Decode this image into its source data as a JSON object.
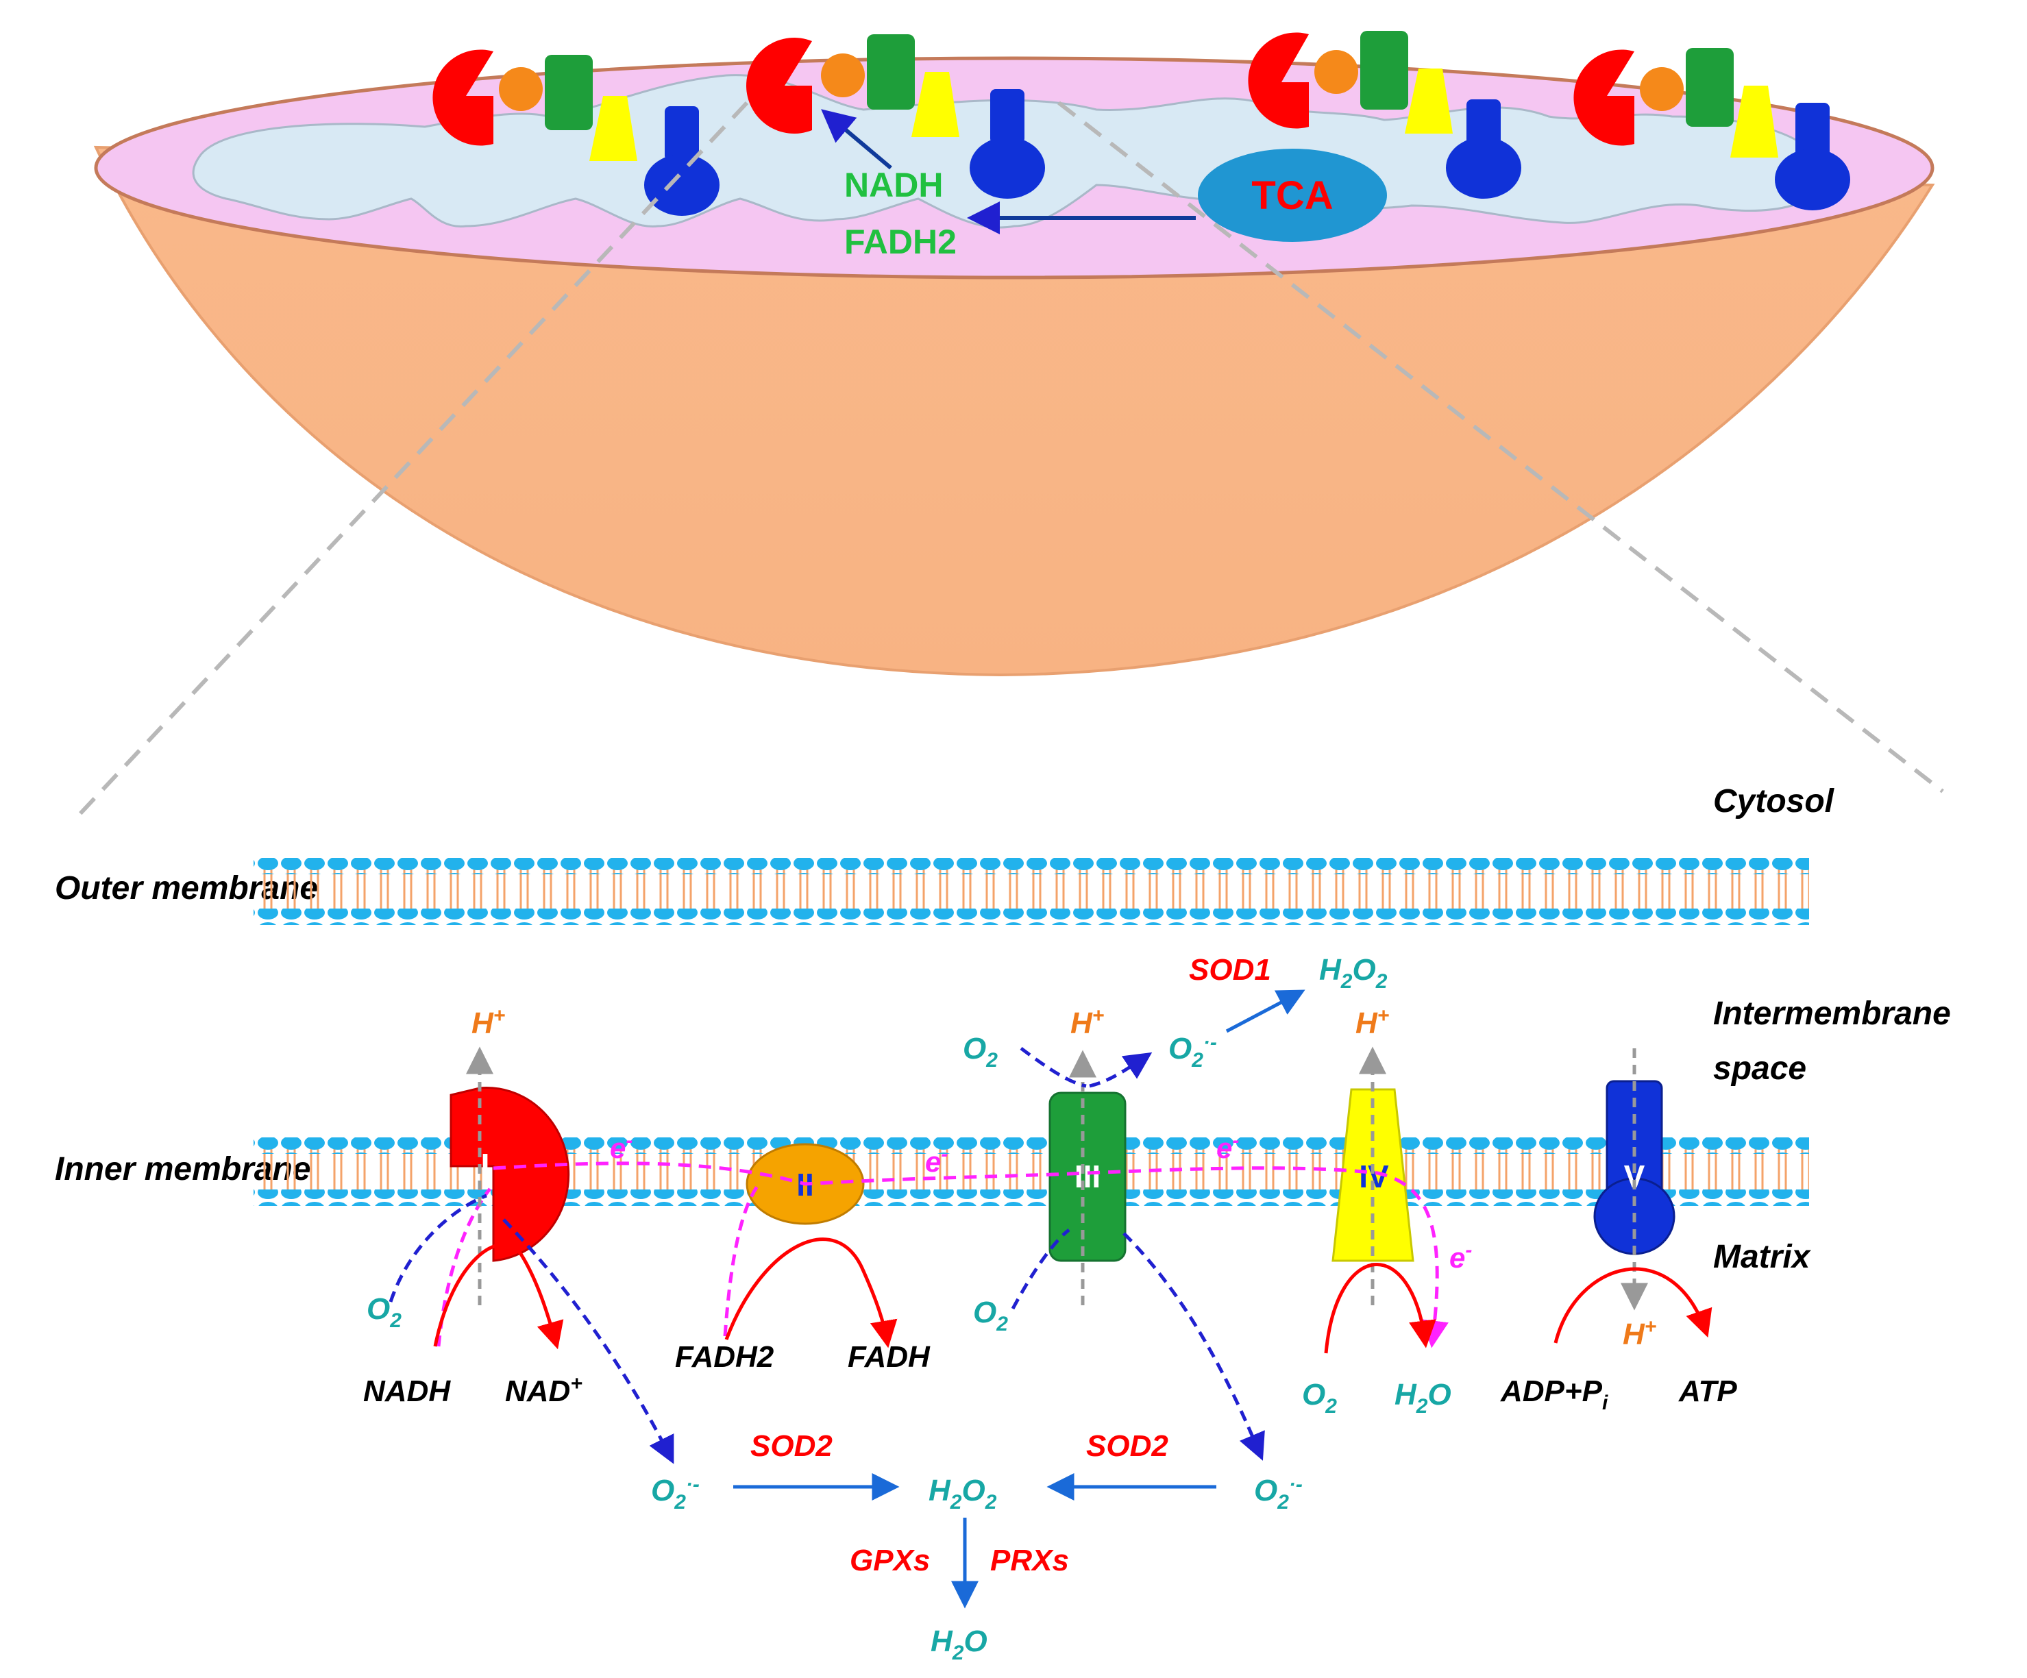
{
  "colors": {
    "mito_body": "#f9b88a",
    "mito_rim": "#f5c6f2",
    "cristae": "#d8e9f4",
    "complex_I": "#ff0000",
    "complex_II": "#f5a300",
    "complex_III": "#1e9e3a",
    "complex_IV": "#ffff00",
    "complex_V": "#1032d8",
    "tca": "#2096d2",
    "membrane_head": "#22b2ec",
    "membrane_tail": "#f4a36a",
    "electron": "#ff22ff",
    "ros_arrow": "#2020d0",
    "reaction_arrow": "#ff0000",
    "enzyme_text": "#ff0000",
    "species_text": "#17a7a5",
    "proton_text": "#ef7a1a",
    "nadh_text": "#20c040",
    "zoom_line": "#b8b8b8"
  },
  "mitochondrion": {
    "tca": "TCA",
    "nadh": "NADH",
    "fadh2": "FADH2"
  },
  "regions": {
    "cytosol": "Cytosol",
    "outer_membrane": "Outer membrane",
    "intermembrane_line1": "Intermembrane",
    "intermembrane_line2": "space",
    "inner_membrane": "Inner membrane",
    "matrix": "Matrix"
  },
  "complexes": {
    "I": "I",
    "II": "II",
    "III": "III",
    "IV": "IV",
    "V": "V"
  },
  "electron": {
    "base": "e",
    "sup": "-"
  },
  "proton": {
    "base": "H",
    "sup": "+"
  },
  "oxygen": {
    "base": "O",
    "sub": "2"
  },
  "superoxide": {
    "base": "O",
    "sub": "2",
    "sup": "·-"
  },
  "peroxide": {
    "h": "H",
    "sub1": "2",
    "o": "O",
    "sub2": "2"
  },
  "water": {
    "h": "H",
    "sub": "2",
    "o": "O"
  },
  "substrates": {
    "nadh": "NADH",
    "nad_base": "NAD",
    "nad_sup": "+",
    "fadh2": "FADH2",
    "fadh": "FADH",
    "adp_base": "ADP+P",
    "adp_sub": "i",
    "atp": "ATP"
  },
  "enzymes": {
    "sod1": "SOD1",
    "sod2_left": "SOD2",
    "sod2_right": "SOD2",
    "gpxs": "GPXs",
    "prxs": "PRXs"
  }
}
